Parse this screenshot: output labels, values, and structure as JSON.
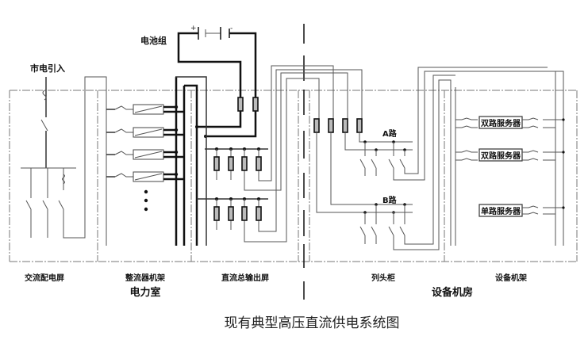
{
  "diagram": {
    "caption": "现有典型高压直流供电系统图",
    "labels": {
      "mains_input": "市电引入",
      "battery_group": "电池组",
      "battery_plus": "+",
      "battery_minus": "-",
      "route_a": "A路",
      "route_b": "B路"
    },
    "sections": [
      {
        "id": "ac-panel",
        "label": "交流配电屏"
      },
      {
        "id": "rectifier-rack",
        "label": "整流器机架"
      },
      {
        "id": "dc-output-panel",
        "label": "直流总输出屏"
      },
      {
        "id": "column-head-cabinet",
        "label": "列头柜"
      },
      {
        "id": "equipment-rack",
        "label": "设备机架"
      }
    ],
    "rooms": [
      {
        "id": "power-room",
        "label": "电力室"
      },
      {
        "id": "equipment-room",
        "label": "设备机房"
      }
    ],
    "servers": [
      {
        "label": "双路服务器",
        "type": "dual"
      },
      {
        "label": "双路服务器",
        "type": "dual"
      },
      {
        "label": "单路服务器",
        "type": "single"
      }
    ],
    "rectifier_count_shown": 4,
    "ellipsis": "⋮"
  }
}
